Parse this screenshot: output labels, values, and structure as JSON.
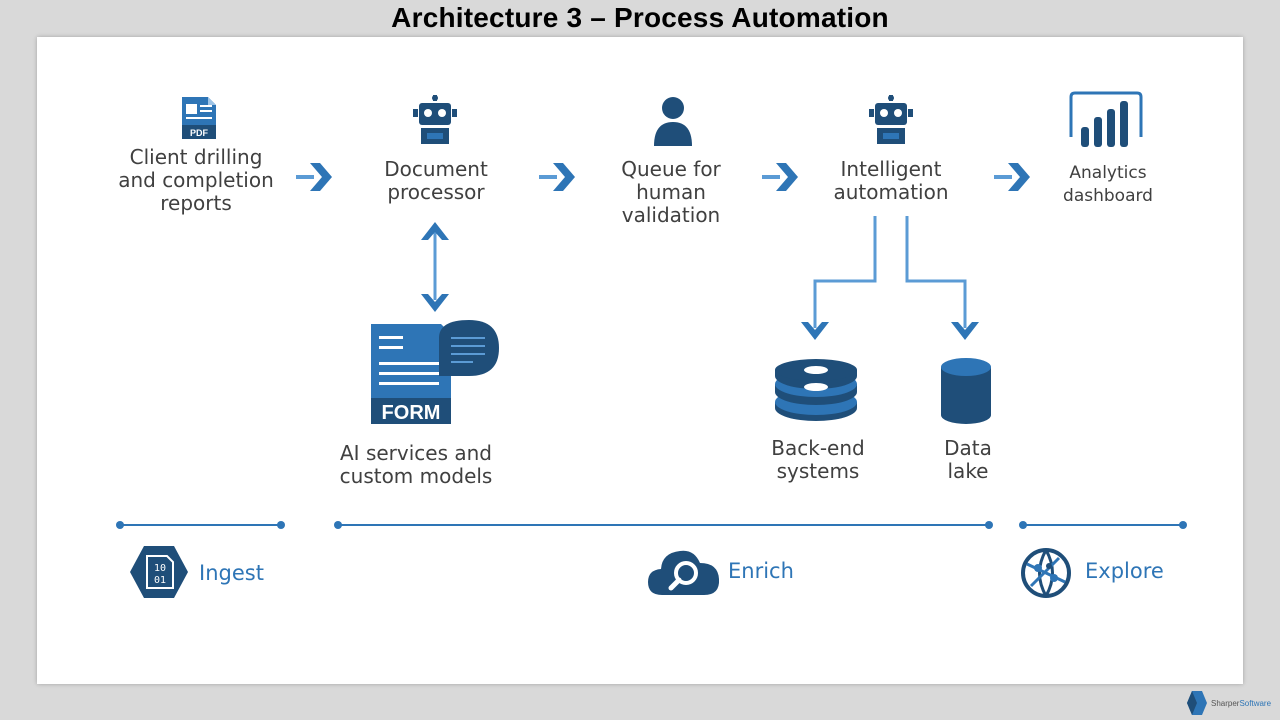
{
  "slide": {
    "title": "Architecture 3 – Process Automation"
  },
  "nodes": {
    "client_reports": {
      "lines": [
        "Client drilling",
        "and completion",
        "reports"
      ],
      "icon_text": "PDF"
    },
    "document_processor": {
      "lines": [
        "Document",
        "processor"
      ]
    },
    "queue_human": {
      "lines": [
        "Queue for",
        "human",
        "validation"
      ]
    },
    "intelligent_automation": {
      "lines": [
        "Intelligent",
        "automation"
      ]
    },
    "analytics_dashboard": {
      "lines": [
        "Analytics",
        "dashboard"
      ]
    },
    "ai_services": {
      "lines": [
        "AI services and",
        "custom models"
      ],
      "icon_text": "FORM"
    },
    "backend_systems": {
      "lines": [
        "Back-end",
        "systems"
      ]
    },
    "data_lake": {
      "lines": [
        "Data",
        "lake"
      ]
    }
  },
  "phases": {
    "ingest": {
      "label": "Ingest",
      "icon_text_1": "10",
      "icon_text_2": "01"
    },
    "enrich": {
      "label": "Enrich"
    },
    "explore": {
      "label": "Explore"
    }
  },
  "brand": {
    "part1": "Sharper",
    "part2": "Software"
  },
  "colors": {
    "dark_blue": "#1f4e79",
    "mid_blue": "#2e75b6",
    "light_blue": "#5b9bd5",
    "text_gray": "#404040"
  }
}
